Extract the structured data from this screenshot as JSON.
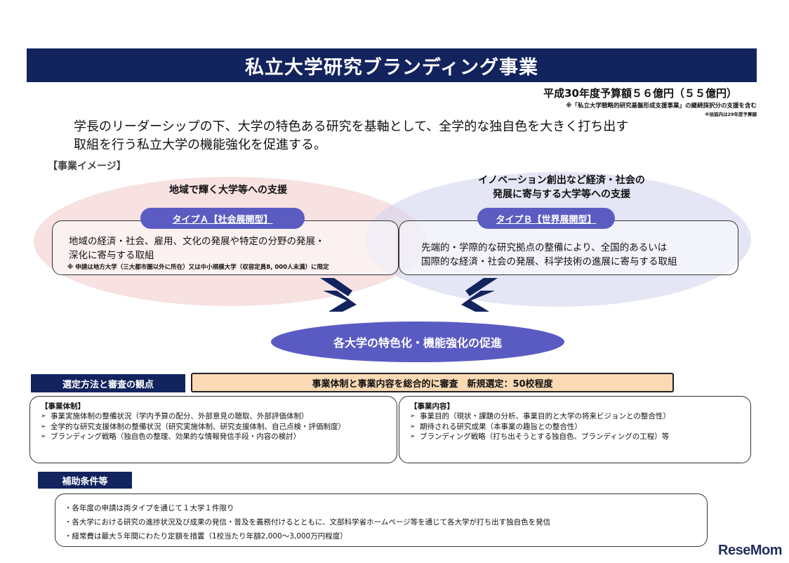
{
  "title": "私立大学研究ブランディング事業",
  "budget": {
    "main": "平成30年度予算額５６億円（５５億円）",
    "note1": "※「私立大学戦略的研究基盤形成支援事業」の継続採択分の支援を含む",
    "note2": "※括弧内は29年度予算額"
  },
  "intro": {
    "line1": "学長のリーダーシップの下、大学の特色ある研究を基軸として、全学的な独自色を大きく打ち出す",
    "line2": "取組を行う私立大学の機能強化を促進する。"
  },
  "section_label": "【事業イメージ】",
  "type_a": {
    "heading": "地域で輝く大学等への支援",
    "pill": "タイプＡ【社会展開型】",
    "desc_line1": "地域の経済・社会、雇用、文化の発展や特定の分野の発展・",
    "desc_line2": "深化に寄与する取組",
    "note": "※ 申請は地方大学（三大都市圏以外に所在）又は中小規模大学（収容定員8, 000人未満）に限定"
  },
  "type_b": {
    "heading_line1": "イノベーション創出など経済・社会の",
    "heading_line2": "発展に寄与する大学等への支援",
    "pill": "タイプＢ【世界展開型】",
    "desc_line1": "先端的・学際的な研究拠点の整備により、全国的あるいは",
    "desc_line2": "国際的な経済・社会の発展、科学技術の進展に寄与する取組"
  },
  "goal": "各大学の特色化・機能強化の促進",
  "selection": {
    "label": "選定方法と審査の観点",
    "summary": "事業体制と事業内容を総合的に審査　新規選定：50校程度"
  },
  "criteria_a": {
    "title": "【事業体制】",
    "items": [
      "事業実施体制の整備状況（学内予算の配分、外部意見の聴取、外部評価体制）",
      "全学的な研究支援体制の整備状況（研究実施体制、研究支援体制、自己点検・評価制度）",
      "ブランディング戦略（独自色の整理、効果的な情報発信手段・内容の検討）"
    ]
  },
  "criteria_b": {
    "title": "【事業内容】",
    "items": [
      "事業目的（現状・課題の分析、事業目的と大学の将来ビジョンとの整合性）",
      "期待される研究成果（本事業の趣旨との整合性）",
      "ブランディング戦略（打ち出そうとする独自色、ブランディングの工程）等"
    ]
  },
  "aid": {
    "label": "補助条件等",
    "lines": [
      "・各年度の申請は両タイプを通じて１大学１件限り",
      "・各大学における研究の進捗状況及び成果の発信・普及を義務付けるとともに、文部科学省ホームページ等を通じて各大学が打ち出す独自色を発信",
      "・経常費は最大５年間にわたり定額を措置（1校当たり年額2,000～3,000万円程度）"
    ]
  },
  "watermark": "ReseMom",
  "colors": {
    "navy": "#12235e",
    "purple": "#5b5cc2",
    "peach": "#fbd9b4"
  }
}
